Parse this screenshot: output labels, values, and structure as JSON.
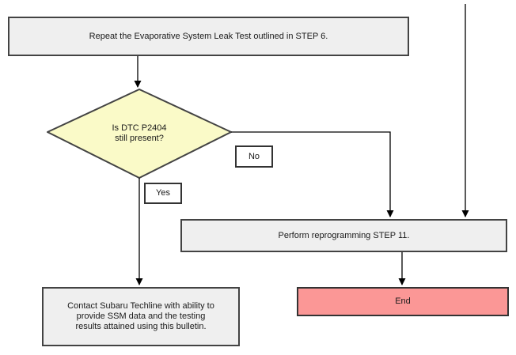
{
  "colors": {
    "process_fill": "#efefef",
    "decision_fill": "#fafac8",
    "terminator_fill": "#fb9796",
    "box_border": "#434343",
    "label_border": "#333333",
    "connector": "#000000"
  },
  "nodes": {
    "repeat_test": {
      "label": "Repeat the Evaporative System Leak Test outlined in STEP 6."
    },
    "decision": {
      "line1": "Is DTC P2404",
      "line2": "still present?"
    },
    "branch_yes": {
      "label": "Yes"
    },
    "branch_no": {
      "label": "No"
    },
    "reprogram": {
      "label": "Perform reprogramming STEP 11."
    },
    "contact": {
      "line1": "Contact Subaru Techline with ability to",
      "line2": "provide SSM data and the testing",
      "line3": "results attained using this bulletin."
    },
    "end": {
      "label": "End"
    }
  }
}
